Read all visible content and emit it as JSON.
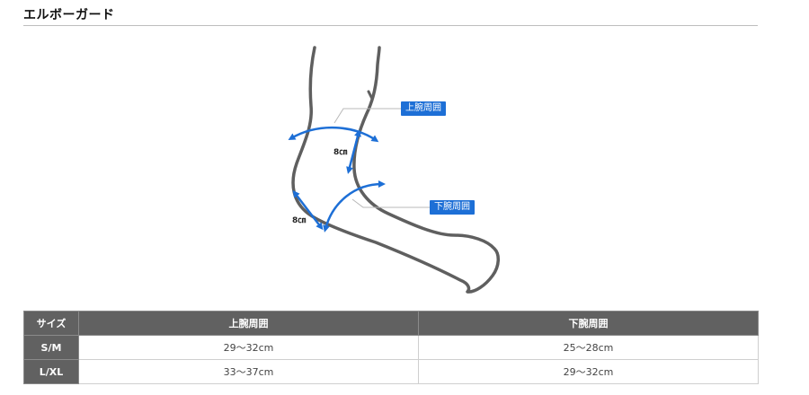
{
  "page": {
    "title": "エルボーガード"
  },
  "diagram": {
    "upper_label": "上腕周囲",
    "lower_label": "下腕周囲",
    "upper_length": "8㎝",
    "lower_length": "8㎝",
    "accent_color": "#1d6fd6",
    "outline_color": "#5f5f5f"
  },
  "size_table": {
    "headers": [
      "サイズ",
      "上腕周囲",
      "下腕周囲"
    ],
    "rows": [
      {
        "size": "S/M",
        "upper": "29～32cm",
        "lower": "25～28cm"
      },
      {
        "size": "L/XL",
        "upper": "33～37cm",
        "lower": "29～32cm"
      }
    ],
    "header_bg": "#616161"
  }
}
